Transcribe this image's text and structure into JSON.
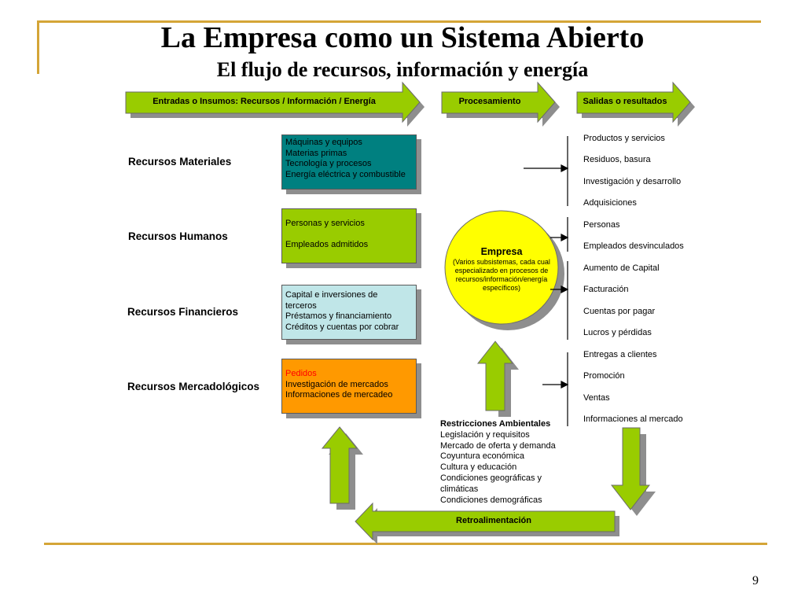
{
  "title": "La Empresa como un Sistema Abierto",
  "subtitle": "El flujo de recursos, información y energía",
  "header_arrows": {
    "inputs": "Entradas o Insumos: Recursos / Información / Energía",
    "processing": "Procesamiento",
    "outputs": "Salidas o resultados"
  },
  "resources": [
    {
      "label": "Recursos Materiales",
      "items": [
        "Máquinas y equipos",
        "Materias primas",
        "Tecnología y procesos",
        "Energía eléctrica y combustible"
      ]
    },
    {
      "label": "Recursos Humanos",
      "items": [
        "Personas y servicios",
        "Empleados admitidos"
      ]
    },
    {
      "label": "Recursos Financieros",
      "items": [
        "Capital e inversiones de",
        "terceros",
        "Préstamos y financiamiento",
        "Créditos y cuentas por cobrar"
      ]
    },
    {
      "label": "Recursos Mercadológicos",
      "items": [
        "Pedidos",
        "Investigación de mercados",
        "Informaciones de mercadeo"
      ]
    }
  ],
  "empresa": {
    "title": "Empresa",
    "description": "(Varios subsistemas, cada cual especializado en procesos de recursos/información/energía específicos)"
  },
  "outputs": [
    "Productos y servicios",
    "Residuos, basura",
    "Investigación y desarrollo",
    "Adquisiciones",
    "Personas",
    "Empleados desvinculados",
    "Aumento de Capital",
    "Facturación",
    "Cuentas por pagar",
    "Lucros y pérdidas",
    "Entregas a clientes",
    "Promoción",
    "Ventas",
    "Informaciones al mercado"
  ],
  "environment": {
    "title": "Restricciones Ambientales",
    "items": [
      "Legislación y requisitos",
      "Mercado de oferta y demanda",
      "Coyuntura económica",
      "Cultura y educación",
      "Condiciones geográficas y",
      "climáticas",
      "Condiciones demográficas"
    ]
  },
  "feedback": "Retroalimentación",
  "page_number": "9",
  "colors": {
    "arrow_green": "#99cc00",
    "teal": "#008080",
    "yellow": "#ffff00",
    "light_blue": "#c0e6e8",
    "orange": "#ff9900",
    "order_red": "#ff0000",
    "gold_line": "#d4a537"
  }
}
